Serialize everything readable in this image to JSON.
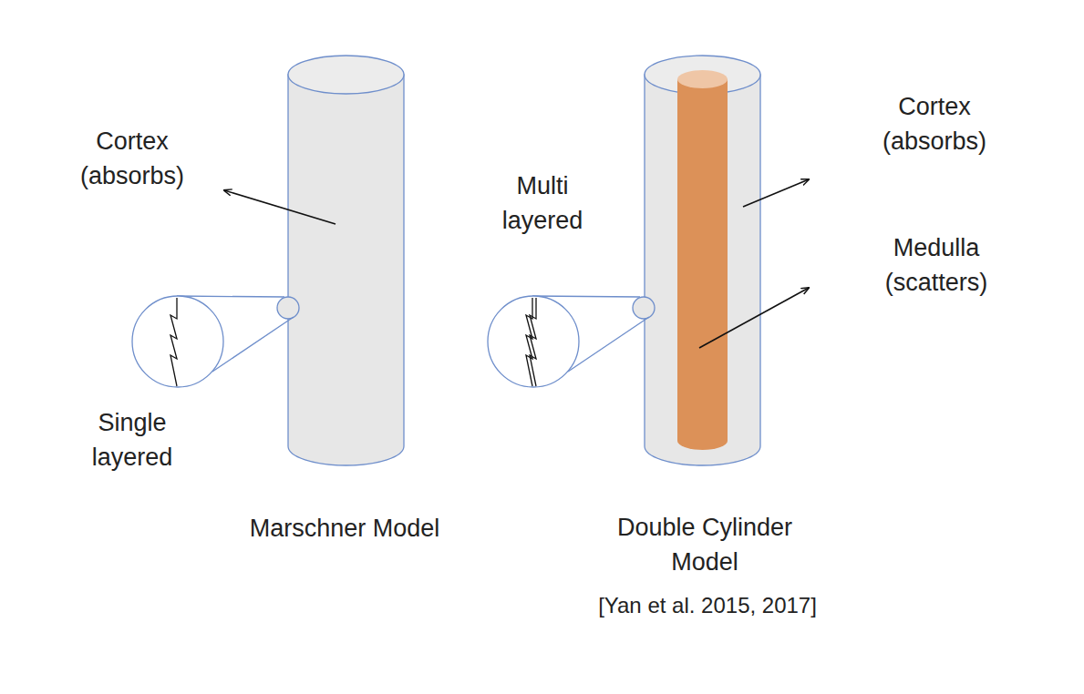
{
  "diagram": {
    "labels": [
      "Cortex (absorbs)",
      "Single layered",
      "Marschner Model",
      "Multi layered",
      "Cortex (absorbs)",
      "Medulla (scatters)",
      "Double Cylinder Model",
      "[Yan et al. 2015, 2017]"
    ]
  }
}
